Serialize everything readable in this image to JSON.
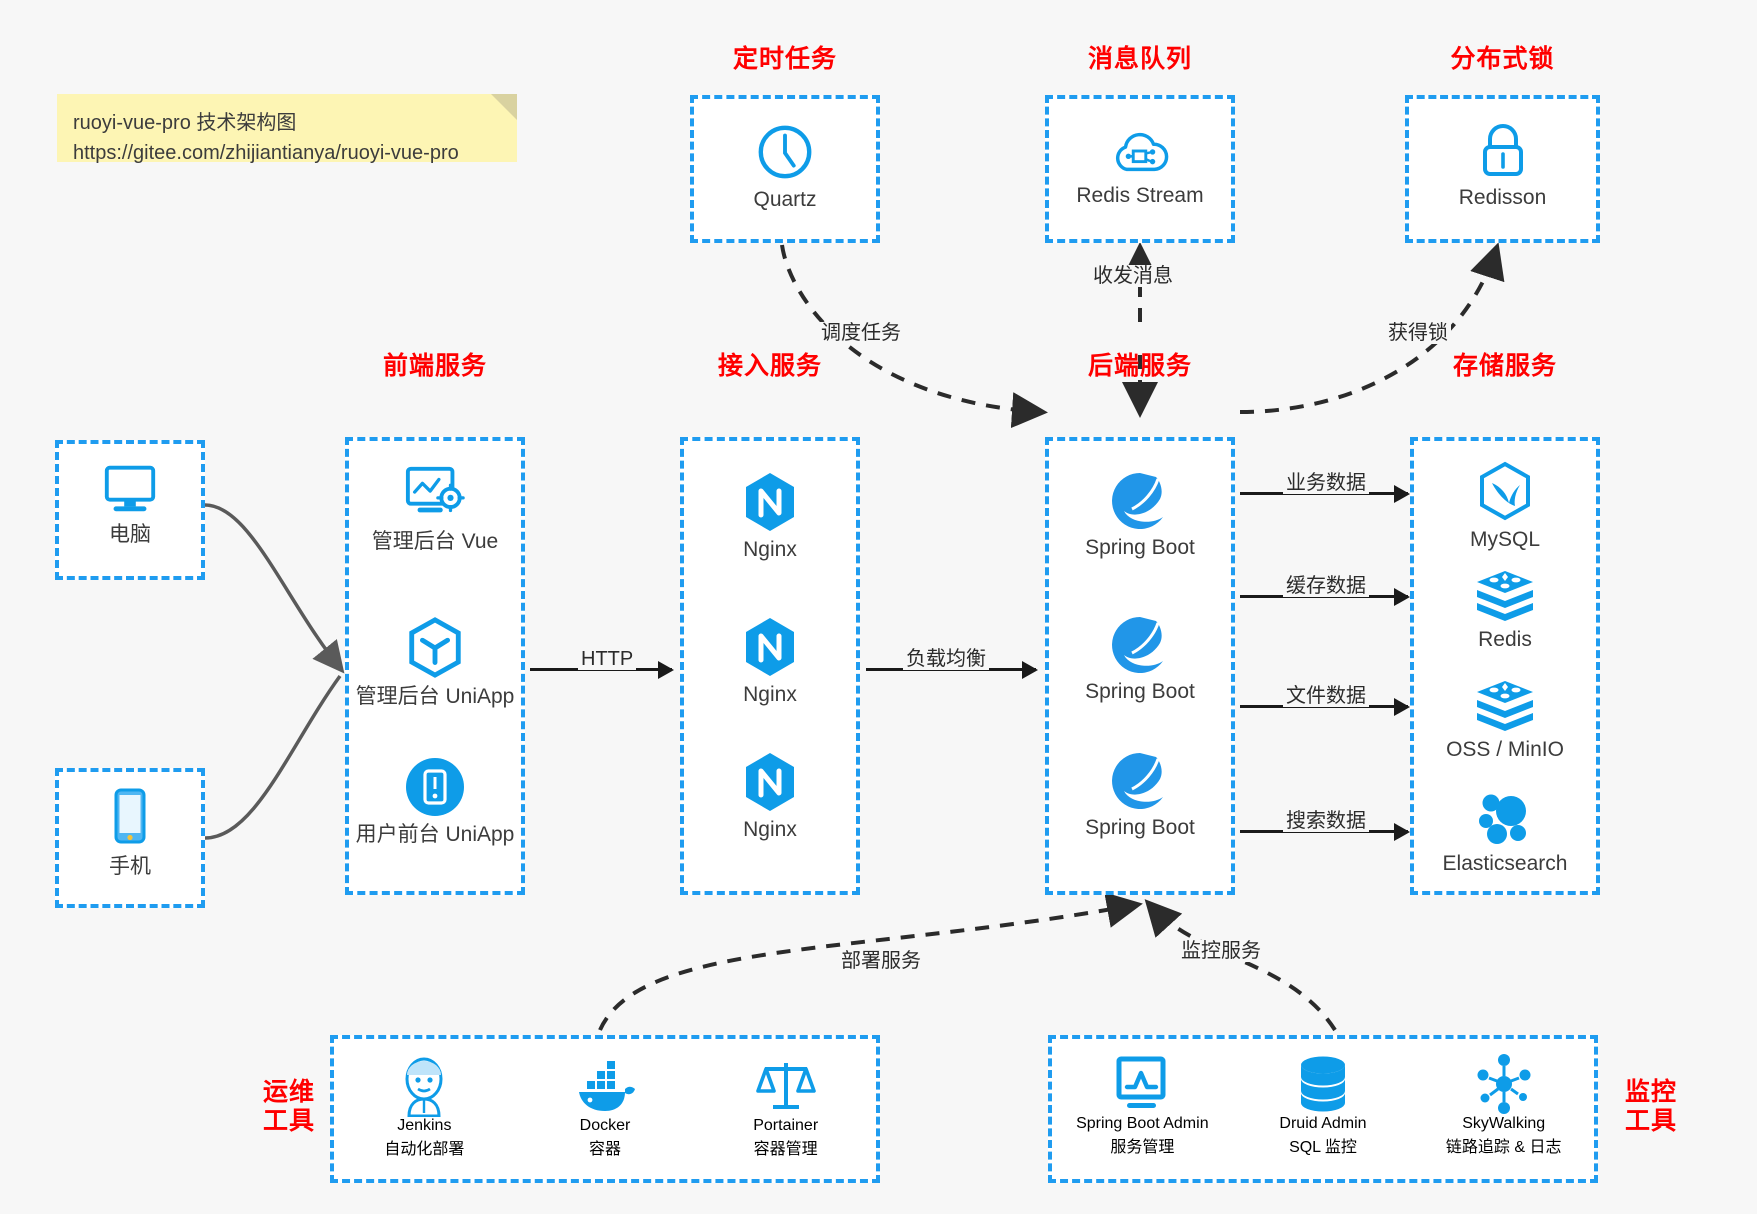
{
  "note": {
    "line1": "ruoyi-vue-pro 技术架构图",
    "line2": "https://gitee.com/zhijiantianya/ruoyi-vue-pro"
  },
  "colors": {
    "group_border": "#1f9cf0",
    "group_title": "#ff0000",
    "icon": "#0e9ce8",
    "arrow": "#1a1a1a",
    "curve": "#5a5a5a",
    "background": "#f7f7f7",
    "note_bg": "#fdf5b4"
  },
  "groups": {
    "scheduler": {
      "title": "定时任务",
      "nodes": [
        {
          "label": "Quartz",
          "icon": "clock-icon"
        }
      ]
    },
    "mq": {
      "title": "消息队列",
      "nodes": [
        {
          "label": "Redis Stream",
          "icon": "cloud-network-icon"
        }
      ]
    },
    "lock": {
      "title": "分布式锁",
      "nodes": [
        {
          "label": "Redisson",
          "icon": "padlock-icon"
        }
      ]
    },
    "client_pc": {
      "title": "",
      "nodes": [
        {
          "label": "电脑",
          "icon": "desktop-icon"
        }
      ]
    },
    "client_mobile": {
      "title": "",
      "nodes": [
        {
          "label": "手机",
          "icon": "smartphone-icon"
        }
      ]
    },
    "frontend": {
      "title": "前端服务",
      "nodes": [
        {
          "label": "管理后台 Vue",
          "icon": "dashboard-gear-icon"
        },
        {
          "label": "管理后台 UniApp",
          "icon": "hexagon-cube-icon"
        },
        {
          "label": "用户前台 UniApp",
          "icon": "mobile-circle-icon"
        }
      ]
    },
    "gateway": {
      "title": "接入服务",
      "nodes": [
        {
          "label": "Nginx",
          "icon": "nginx-icon"
        },
        {
          "label": "Nginx",
          "icon": "nginx-icon"
        },
        {
          "label": "Nginx",
          "icon": "nginx-icon"
        }
      ]
    },
    "backend": {
      "title": "后端服务",
      "nodes": [
        {
          "label": "Spring Boot",
          "icon": "spring-leaf-icon"
        },
        {
          "label": "Spring Boot",
          "icon": "spring-leaf-icon"
        },
        {
          "label": "Spring Boot",
          "icon": "spring-leaf-icon"
        }
      ]
    },
    "storage": {
      "title": "存储服务",
      "nodes": [
        {
          "label": "MySQL",
          "icon": "mysql-dolphin-icon"
        },
        {
          "label": "Redis",
          "icon": "redis-stack-icon"
        },
        {
          "label": "OSS / MinIO",
          "icon": "redis-stack-icon"
        },
        {
          "label": "Elasticsearch",
          "icon": "elasticsearch-icon"
        }
      ]
    },
    "devops": {
      "title": "运维\n工具",
      "title_line1": "运维",
      "title_line2": "工具",
      "nodes": [
        {
          "label": "Jenkins",
          "sublabel": "自动化部署",
          "icon": "jenkins-butler-icon"
        },
        {
          "label": "Docker",
          "sublabel": "容器",
          "icon": "docker-whale-icon"
        },
        {
          "label": "Portainer",
          "sublabel": "容器管理",
          "icon": "scales-icon"
        }
      ]
    },
    "monitor": {
      "title": "监控\n工具",
      "title_line1": "监控",
      "title_line2": "工具",
      "nodes": [
        {
          "label": "Spring Boot Admin",
          "sublabel": "服务管理",
          "icon": "monitor-chart-icon"
        },
        {
          "label": "Druid Admin",
          "sublabel": "SQL 监控",
          "icon": "database-icon"
        },
        {
          "label": "SkyWalking",
          "sublabel": "链路追踪 & 日志",
          "icon": "skywalking-icon"
        }
      ]
    }
  },
  "edges": {
    "http": "HTTP",
    "load_balance": "负载均衡",
    "schedule_task": "调度任务",
    "send_receive_message": "收发消息",
    "acquire_lock": "获得锁",
    "business_data": "业务数据",
    "cache_data": "缓存数据",
    "file_data": "文件数据",
    "search_data": "搜索数据",
    "deploy_service": "部署服务",
    "monitor_service": "监控服务"
  }
}
